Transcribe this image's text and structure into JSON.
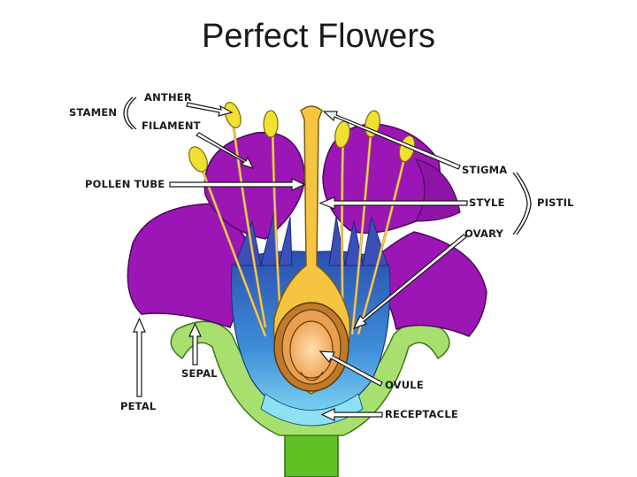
{
  "title": "Perfect Flowers",
  "labels": {
    "stamen": "STAMEN",
    "anther": "ANTHER",
    "filament": "FILAMENT",
    "pollen_tube": "POLLEN TUBE",
    "stigma": "STIGMA",
    "style": "STYLE",
    "pistil": "PISTIL",
    "ovary": "OVARY",
    "sepal": "SEPAL",
    "petal": "PETAL",
    "ovule": "OVULE",
    "receptacle": "RECEPTACLE"
  },
  "colors": {
    "petal": "#9b16b4",
    "petal_dark": "#5a0f6e",
    "sepal": "#a8e070",
    "stem": "#5fc224",
    "receptacle": "#7ad0f0",
    "inner": "#2f5fc0",
    "style": "#f5c542",
    "ovary_wall": "#7a4a1a",
    "ovule": "#f5b26a"
  }
}
